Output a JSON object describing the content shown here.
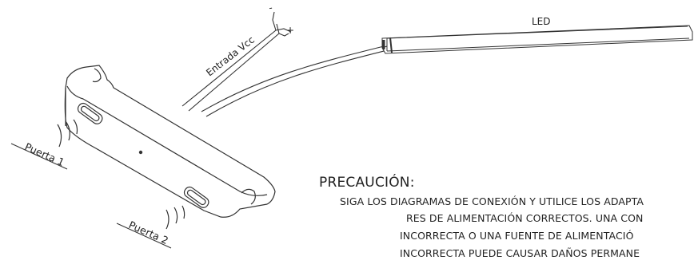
{
  "labels": {
    "led": "LED",
    "input": "Entrada Vcc",
    "minus": "-",
    "plus": "+",
    "door1": "Puerta 1",
    "door2": "Puerta 2"
  },
  "caution": {
    "title": "PRECAUCIÓN:",
    "lines": [
      "SIGA LOS DIAGRAMAS DE CONEXIÓN Y UTILICE LOS ADAPTA",
      "RES DE ALIMENTACIÓN CORRECTOS. UNA CON",
      "INCORRECTA O UNA FUENTE DE ALIMENTACIÓ",
      "INCORRECTA PUEDE CAUSAR DAÑOS PERMANE"
    ]
  }
}
